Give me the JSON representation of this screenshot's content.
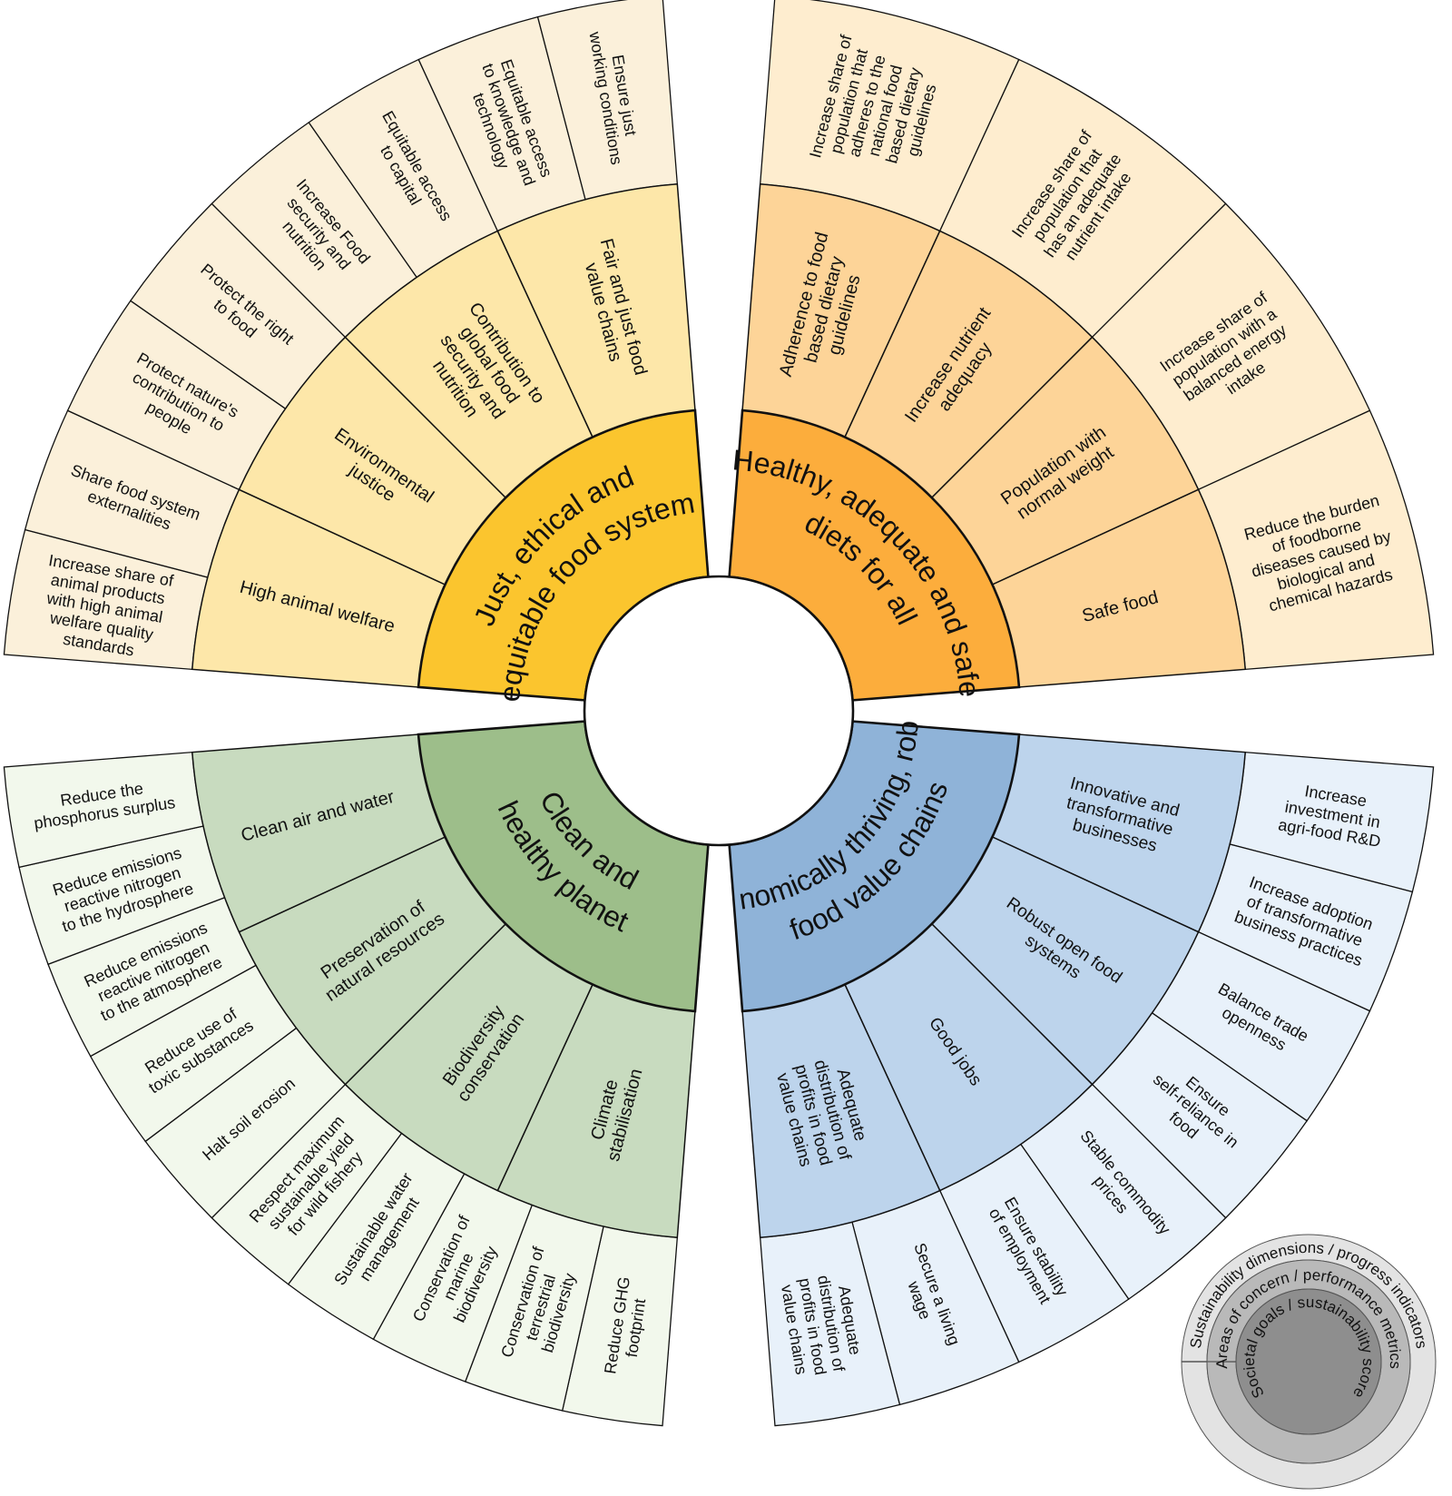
{
  "quadrants": [
    {
      "name": "Just, ethical and equitable food systems",
      "colors": {
        "goal": "#FBC52E",
        "concern": "#FDE7A9",
        "indicator": "#FBF0DA"
      },
      "concerns": [
        {
          "name": "High animal welfare",
          "indicators": [
            "Increase share of animal products with high animal welfare quality standards"
          ]
        },
        {
          "name": "Environmental justice",
          "indicators": [
            "Share food system externalities",
            "Protect nature's contribution to people"
          ]
        },
        {
          "name": "Contribution to global food security and nutrition",
          "indicators": [
            "Protect the right to food",
            "Increase Food security and nutrition"
          ]
        },
        {
          "name": "Fair and just food value chains",
          "indicators": [
            "Equitable access to capital",
            "Equitable access to knowledge and technology",
            "Ensure just working conditions"
          ]
        }
      ]
    },
    {
      "name": "Healthy, adequate and safe diets for all",
      "colors": {
        "goal": "#FCAD3C",
        "concern": "#FDD498",
        "indicator": "#FEEDCF"
      },
      "concerns": [
        {
          "name": "Adherence to food based dietary guidelines",
          "indicators": [
            "Increase share of population that adheres to the national food based dietary guidelines"
          ]
        },
        {
          "name": "Increase nutrient adequacy",
          "indicators": [
            "Increase share of population that has an adequate nutrient intake"
          ]
        },
        {
          "name": "Population with normal weight",
          "indicators": [
            "Increase share of population with a balanced energy intake"
          ]
        },
        {
          "name": "Safe food",
          "indicators": [
            "Reduce the burden of foodborne diseases caused by biological and chemical hazards"
          ]
        }
      ]
    },
    {
      "name": "Economically thriving, robust food value chains",
      "colors": {
        "goal": "#8FB3D8",
        "concern": "#BDD4EC",
        "indicator": "#E8F1FA"
      },
      "concerns": [
        {
          "name": "Innovative and transformative businesses",
          "indicators": [
            "Increase investment in agri-food R&D",
            "Increase adoption of transformative business practices"
          ]
        },
        {
          "name": "Robust open food systems",
          "indicators": [
            "Balance trade openness",
            "Ensure self-reliance in food",
            "Stable commodity prices"
          ]
        },
        {
          "name": "Good jobs",
          "indicators": [
            "Ensure stability of employment",
            "Secure a living wage"
          ]
        },
        {
          "name": "Adequate distribution of profits in food value chains",
          "indicators": [
            "Adequate distribution of profits in food value chains"
          ]
        }
      ]
    },
    {
      "name": "Clean and healthy planet",
      "colors": {
        "goal": "#9DBE8A",
        "concern": "#C8DBBF",
        "indicator": "#F2F8EC"
      },
      "concerns": [
        {
          "name": "Climate stabilisation",
          "indicators": [
            "Reduce GHG footprint"
          ]
        },
        {
          "name": "Biodiversity conservation",
          "indicators": [
            "Conservation of terrestrial biodiversity",
            "Conservation of marine biodiversity"
          ]
        },
        {
          "name": "Preservation of natural resources",
          "indicators": [
            "Sustainable water management",
            "Respect maximum sustainable yield for wild fishery",
            "Halt soil erosion"
          ]
        },
        {
          "name": "Clean air and water",
          "indicators": [
            "Reduce use of toxic substances",
            "Reduce emissions reactive nitrogen to the atmosphere",
            "Reduce emissions reactive nitrogen to the hydrosphere",
            "Reduce the phosphorus surplus"
          ]
        }
      ]
    }
  ],
  "legend": {
    "rings": [
      "Sustainability dimensions / progress indicators",
      "Areas of concern / performance metrics",
      "Societal goals / sustainability score"
    ],
    "colors": [
      "#E3E3E3",
      "#B9B9B9",
      "#8E8E8E"
    ]
  }
}
